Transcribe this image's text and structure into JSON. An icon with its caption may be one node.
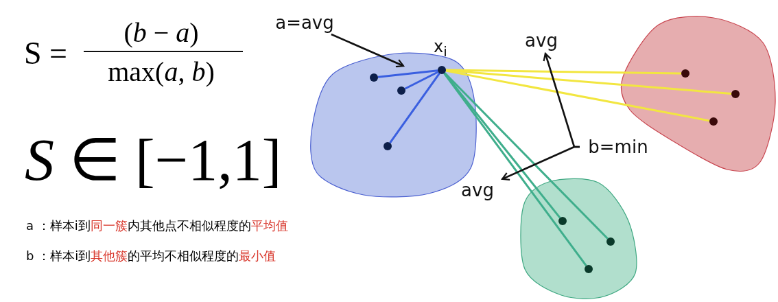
{
  "diagram": {
    "nodes": [
      {
        "text": [],
        "shape": "blob"
      },
      {
        "text": [],
        "shape": "blob"
      },
      {
        "text": [],
        "shape": "blob"
      },
      {
        "text": [
          "a=avg"
        ]
      },
      {
        "text": [],
        "shape": "circle",
        "in": 0,
        "beside": [
          "x$_{i}$"
        ]
      },
      {
        "text": [],
        "shape": "circle",
        "in": 0
      },
      {
        "text": [],
        "shape": "circle",
        "in": 0
      },
      {
        "text": [],
        "shape": "circle",
        "in": 0
      },
      {
        "text": [
          "avg"
        ]
      },
      {
        "text": [],
        "shape": "circle",
        "in": 1
      },
      {
        "text": [],
        "shape": "circle",
        "in": 1
      },
      {
        "text": [],
        "shape": "circle",
        "in": 1
      },
      {
        "text": [
          "b=min"
        ]
      },
      {
        "text": [
          "avg"
        ]
      },
      {
        "text": [],
        "shape": "circle",
        "in": 2
      },
      {
        "text": [],
        "shape": "circle",
        "in": 2
      },
      {
        "text": [],
        "shape": "circle",
        "in": 2
      }
    ],
    "edges": [
      {
        "from": 3,
        "to": 0,
        "arrow": "to",
        "color": "#111111"
      },
      {
        "from": 4,
        "to": 5,
        "arrow": "none",
        "color": "#3a5fe0"
      },
      {
        "from": 4,
        "to": 6,
        "arrow": "none",
        "color": "#3a5fe0"
      },
      {
        "from": 4,
        "to": 7,
        "arrow": "none",
        "color": "#3a5fe0"
      },
      {
        "from": 4,
        "to": 9,
        "arrow": "none",
        "color": "#f2e640"
      },
      {
        "from": 4,
        "to": 10,
        "arrow": "none",
        "color": "#f2e640"
      },
      {
        "from": 4,
        "to": 11,
        "arrow": "none",
        "color": "#f2e640"
      },
      {
        "from": 4,
        "to": 14,
        "arrow": "none",
        "color": "#3fae8c"
      },
      {
        "from": 4,
        "to": 15,
        "arrow": "none",
        "color": "#3fae8c"
      },
      {
        "from": 4,
        "to": 16,
        "arrow": "none",
        "color": "#3fae8c"
      },
      {
        "from": 12,
        "to": 8,
        "arrow": "to",
        "color": "#111111"
      },
      {
        "from": 12,
        "to": 13,
        "arrow": "to",
        "color": "#111111"
      }
    ],
    "labels": [
      "S =",
      "(*b* − *a*)",
      "max(*a*, *b*)",
      "*S* ∈ [−1,1]",
      "a ：样本i到**同一簇**内其他点不相似程度的**平均值**",
      "b ：样本i到**其他簇**的平均不相似程度的**最小值**"
    ]
  }
}
